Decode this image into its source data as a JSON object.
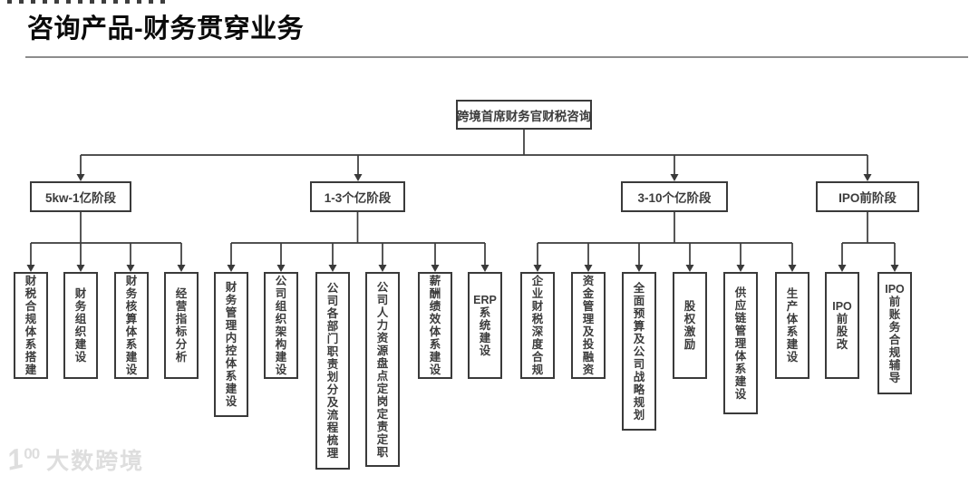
{
  "page": {
    "title": "咨询产品-财务贯穿业务"
  },
  "watermark": {
    "icon_number": "1",
    "icon_superscript": "00",
    "brand": "大数跨境"
  },
  "tree": {
    "root": "跨境首席财务官财税咨询",
    "groups": [
      {
        "label": "5kw-1亿阶段",
        "leaves": [
          "财税合规体系搭建",
          "财务组织建设",
          "财务核算体系建设",
          "经营指标分析"
        ]
      },
      {
        "label": "1-3个亿阶段",
        "leaves": [
          "财务管理内控体系建设",
          "公司组织架构建设",
          "公司各部门职责划分及流程梳理",
          "公司人力资源盘点定岗定责定职",
          "薪酬绩效体系建设",
          "ERP系统建设"
        ]
      },
      {
        "label": "3-10个亿阶段",
        "leaves": [
          "企业财税深度合规",
          "资金管理及投融资",
          "全面预算及公司战略规划",
          "股权激励",
          "供应链管理体系建设",
          "生产体系建设"
        ]
      },
      {
        "label": "IPO前阶段",
        "leaves": [
          "IPO前股改",
          "IPO前账务合规辅导"
        ]
      }
    ]
  },
  "colors": {
    "line": "#3a3a3a",
    "title": "#0a0a0a",
    "watermark": "#dedede"
  }
}
